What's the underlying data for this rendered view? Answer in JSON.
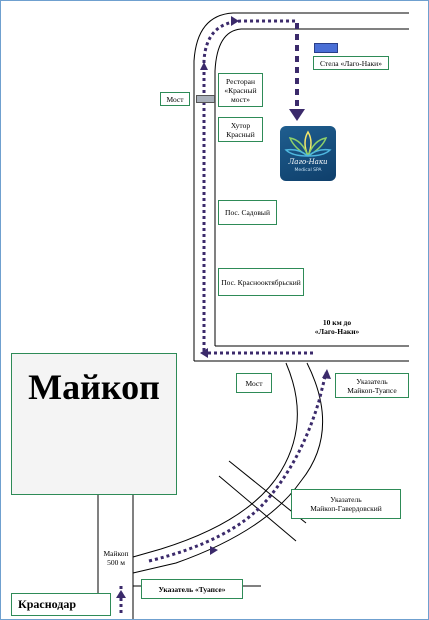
{
  "city": "Майкоп",
  "start": "Краснодар",
  "destination": {
    "name": "Лаго-Наки",
    "subtitle": "Medical SPA"
  },
  "labels": {
    "stela": "Стела «Лаго-Наки»",
    "most_top": "Мост",
    "restaurant": [
      "Ресторан",
      "«Красный",
      "мост»"
    ],
    "khutor": [
      "Хутор",
      "Красный"
    ],
    "sadovy": "Пос. Садовый",
    "krasnooktyabrsky": "Пос. Краснооктябрьский",
    "distance": [
      "10 км до",
      "«Лаго-Наки»"
    ],
    "most_mid": "Мост",
    "pointer_tuapse_top": [
      "Указатель",
      "Майкоп-Туапсе"
    ],
    "pointer_gaverdovsky": [
      "Указатель",
      "Майкоп-Гавердовский"
    ],
    "maikop_500": [
      "Майкоп",
      "500 м"
    ],
    "pointer_tuapse": "Указатель «Туапсе»"
  },
  "colors": {
    "route": "#3b2a6b",
    "road": "#000000",
    "label_border": "#2e8b57",
    "sign": "#4a6fd6",
    "spa_bg": "#1f5e8f"
  }
}
